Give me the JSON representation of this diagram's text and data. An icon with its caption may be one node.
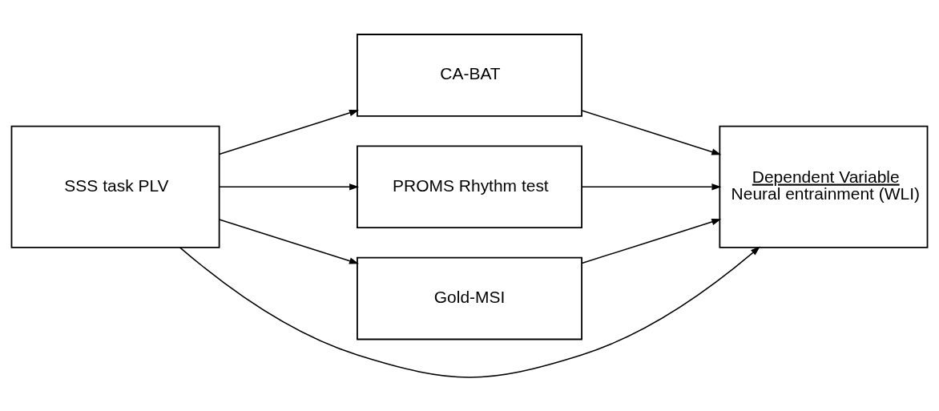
{
  "diagram": {
    "nodes": [
      {
        "text": [
          "SSS task PLV"
        ]
      },
      {
        "text": [
          "CA-BAT"
        ]
      },
      {
        "text": [
          "PROMS Rhythm test"
        ]
      },
      {
        "text": [
          "Gold-MSI"
        ]
      },
      {
        "text": [
          "Dependent Variable",
          "Neural entrainment (WLI)"
        ]
      }
    ],
    "edges": [
      {
        "from": 0,
        "to": 1,
        "arrow": "to"
      },
      {
        "from": 0,
        "to": 2,
        "arrow": "to"
      },
      {
        "from": 0,
        "to": 4,
        "arrow": "to"
      },
      {
        "from": 0,
        "to": 3,
        "arrow": "to"
      },
      {
        "from": 1,
        "to": 4,
        "arrow": "to"
      },
      {
        "from": 2,
        "to": 4,
        "arrow": "to"
      },
      {
        "from": 3,
        "to": 4,
        "arrow": "to"
      }
    ]
  }
}
